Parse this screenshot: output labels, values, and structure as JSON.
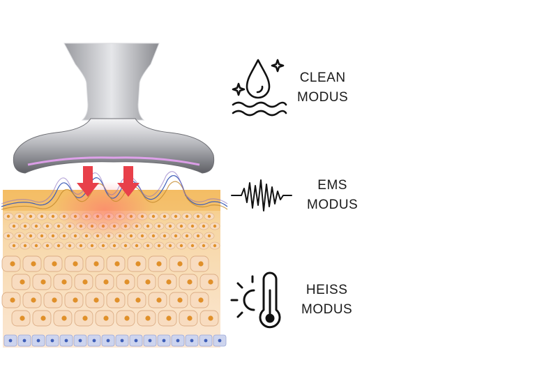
{
  "colors": {
    "arrow": "#e8404a",
    "skin_top": "#f3b860",
    "skin_cell": "#f8dcc0",
    "nucleus": "#e0902a",
    "wave_blue": "#3f5fb8",
    "base_layer": "#cdd4ee"
  },
  "modes": [
    {
      "icon": "water-drop-sparkle-icon",
      "line1": "CLEAN",
      "line2": "MODUS"
    },
    {
      "icon": "ems-wave-icon",
      "line1": "EMS",
      "line2": "MODUS"
    },
    {
      "icon": "sun-thermometer-icon",
      "line1": "HEISS",
      "line2": "MODUS"
    }
  ]
}
